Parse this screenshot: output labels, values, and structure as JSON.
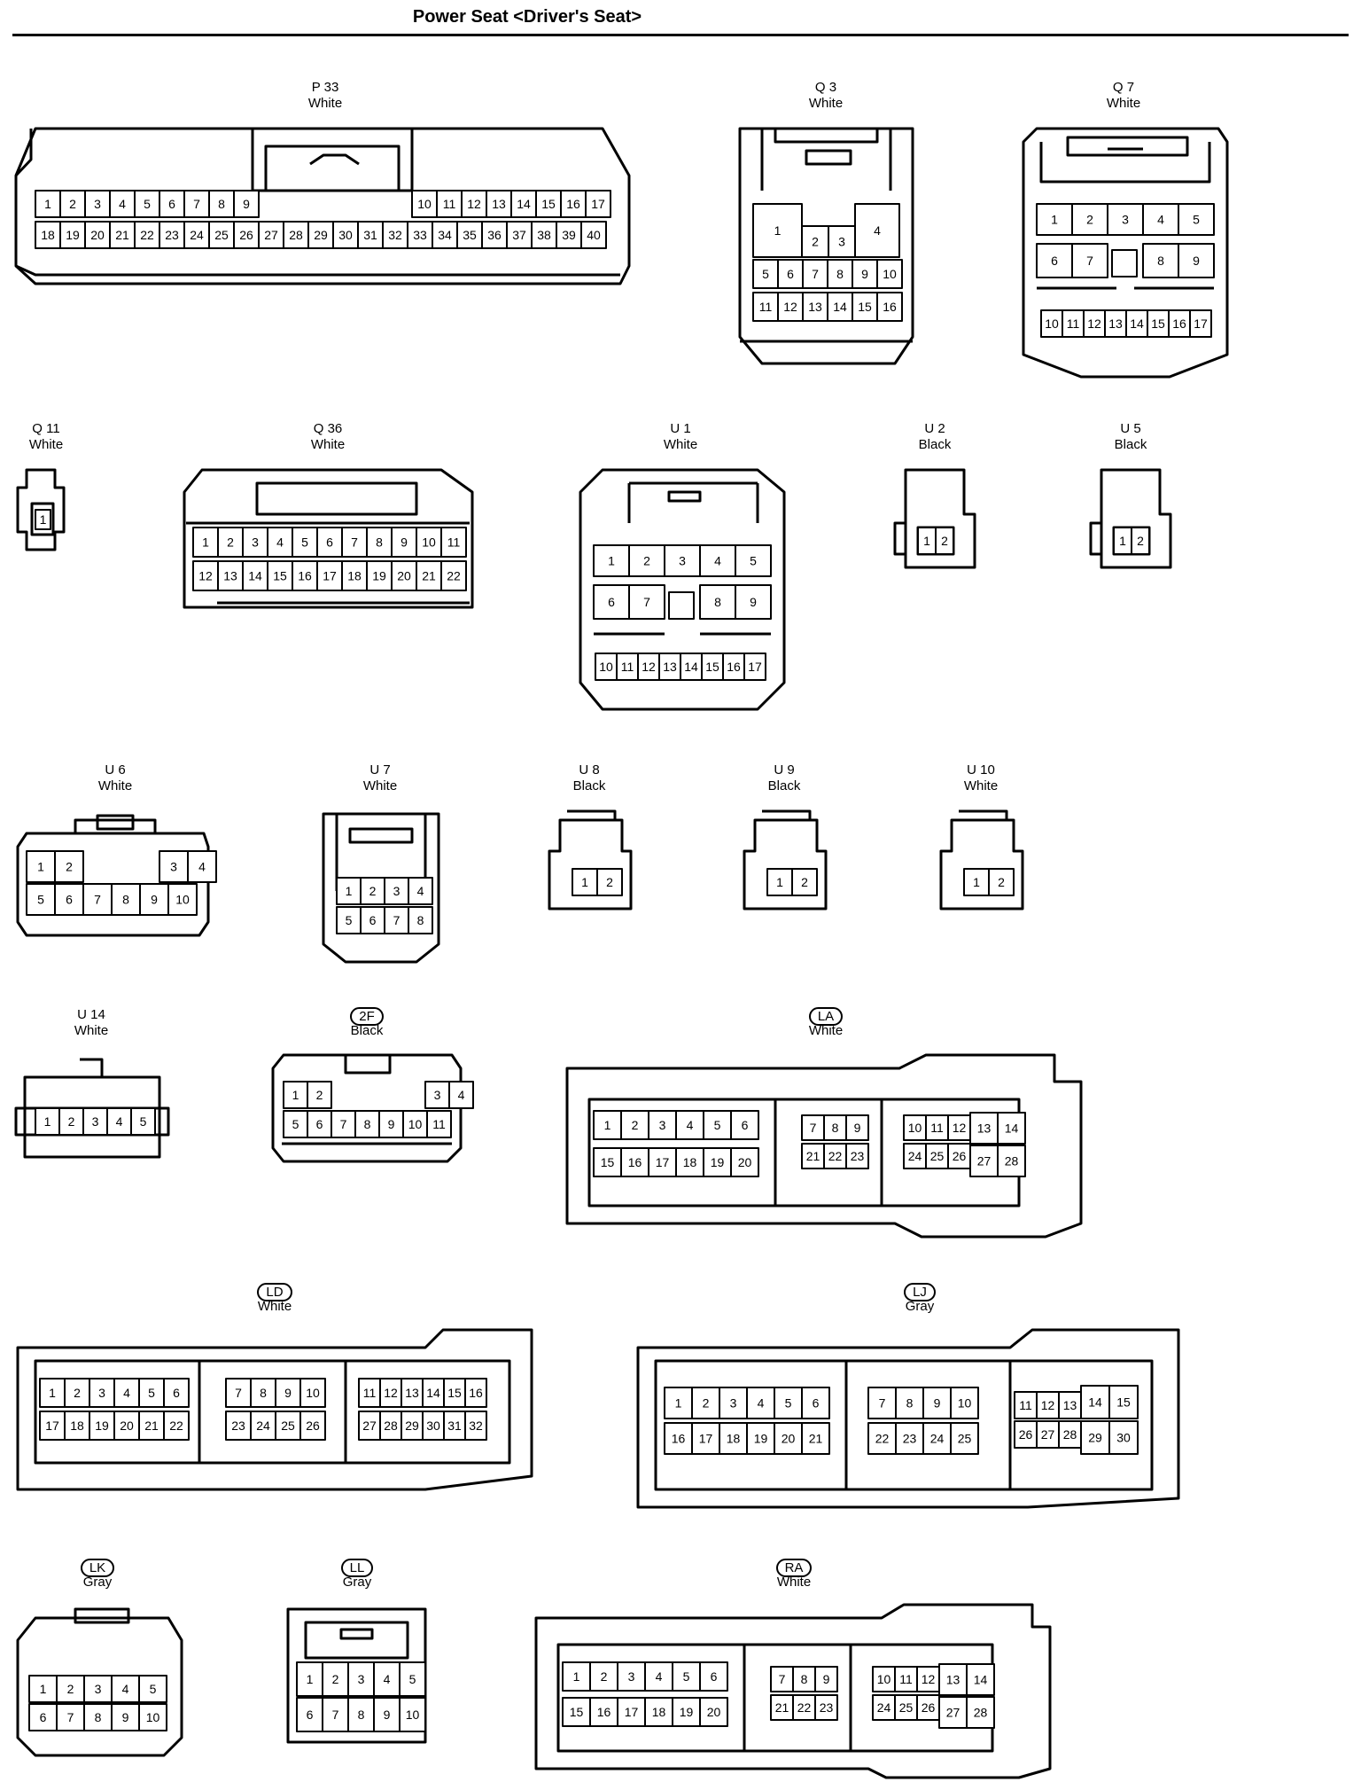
{
  "title": "Power Seat <Driver's Seat>",
  "connectors": {
    "P33": {
      "code": "P 33",
      "color": "White",
      "oval": false,
      "rows": [
        [
          1,
          2,
          3,
          4,
          5,
          6,
          7,
          8,
          9,
          null,
          10,
          11,
          12,
          13,
          14,
          15,
          16,
          17
        ],
        [
          18,
          19,
          20,
          21,
          22,
          23,
          24,
          25,
          26,
          27,
          28,
          29,
          30,
          31,
          32,
          33,
          34,
          35,
          36,
          37,
          38,
          39,
          40
        ]
      ]
    },
    "Q3": {
      "code": "Q 3",
      "color": "White",
      "oval": false
    },
    "Q7": {
      "code": "Q 7",
      "color": "White",
      "oval": false
    },
    "Q11": {
      "code": "Q 11",
      "color": "White",
      "oval": false
    },
    "Q36": {
      "code": "Q 36",
      "color": "White",
      "oval": false
    },
    "U1": {
      "code": "U 1",
      "color": "White",
      "oval": false
    },
    "U2": {
      "code": "U 2",
      "color": "Black",
      "oval": false
    },
    "U5": {
      "code": "U 5",
      "color": "Black",
      "oval": false
    },
    "U6": {
      "code": "U 6",
      "color": "White",
      "oval": false
    },
    "U7": {
      "code": "U 7",
      "color": "White",
      "oval": false
    },
    "U8": {
      "code": "U 8",
      "color": "Black",
      "oval": false
    },
    "U9": {
      "code": "U 9",
      "color": "Black",
      "oval": false
    },
    "U10": {
      "code": "U 10",
      "color": "White",
      "oval": false
    },
    "U14": {
      "code": "U 14",
      "color": "White",
      "oval": false
    },
    "F2": {
      "code": "2F",
      "color": "Black",
      "oval": true
    },
    "LA": {
      "code": "LA",
      "color": "White",
      "oval": true
    },
    "LD": {
      "code": "LD",
      "color": "White",
      "oval": true
    },
    "LJ": {
      "code": "LJ",
      "color": "Gray",
      "oval": true
    },
    "LK": {
      "code": "LK",
      "color": "Gray",
      "oval": true
    },
    "LL": {
      "code": "LL",
      "color": "Gray",
      "oval": true
    },
    "RA": {
      "code": "RA",
      "color": "White",
      "oval": true
    }
  }
}
